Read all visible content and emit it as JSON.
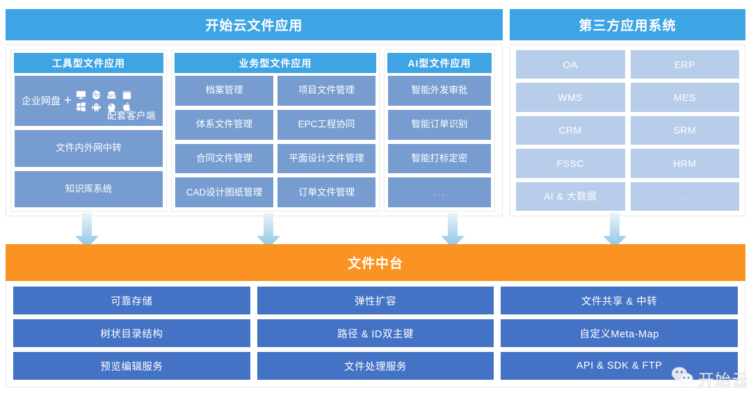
{
  "app_panel": {
    "title": "开始云文件应用",
    "columns": [
      {
        "key": "tool",
        "title": "工具型文件应用",
        "netdisk": {
          "label": "企业网盘",
          "plus": "+",
          "sublabel": "配套客户端",
          "icons_top": [
            "monitor-icon",
            "web-browser-icon",
            "hard-drive-icon",
            "tablet-icon"
          ],
          "icons_bottom": [
            "windows-icon",
            "android-icon",
            "linux-icon",
            "apple-icon"
          ]
        },
        "items": [
          "文件内外网中转",
          "知识库系统"
        ]
      },
      {
        "key": "business",
        "title": "业务型文件应用",
        "items": [
          "档案管理",
          "项目文件管理",
          "体系文件管理",
          "EPC工程协同",
          "合同文件管理",
          "平面设计文件管理",
          "CAD设计图纸管理",
          "订单文件管理"
        ]
      },
      {
        "key": "ai",
        "title": "AI型文件应用",
        "items": [
          "智能外发审批",
          "智能订单识别",
          "智能打标定密",
          "..."
        ]
      }
    ]
  },
  "third_party_panel": {
    "title": "第三方应用系统",
    "items": [
      "OA",
      "ERP",
      "WMS",
      "MES",
      "CRM",
      "SRM",
      "FSSC",
      "HRM",
      "AI & 大数据",
      "..."
    ]
  },
  "flow_arrows": {
    "name": "downward-arrow",
    "count": 4
  },
  "middle_platform": {
    "title": "文件中台",
    "items": [
      "可靠存储",
      "弹性扩容",
      "文件共享 & 中转",
      "树状目录结构",
      "路径 & ID双主键",
      "自定义Meta-Map",
      "预览编辑服务",
      "文件处理服务",
      "API & SDK & FTP"
    ]
  },
  "watermark": {
    "icon": "wechat-icon",
    "text": "开始云"
  },
  "colors": {
    "header_blue": "#3fa4e4",
    "cell_blue": "#769cd0",
    "cell_light_blue": "#b7cdea",
    "cell_dark_blue": "#4472c4",
    "orange": "#fb9323",
    "arrow_blue": "#a8cfe8"
  }
}
